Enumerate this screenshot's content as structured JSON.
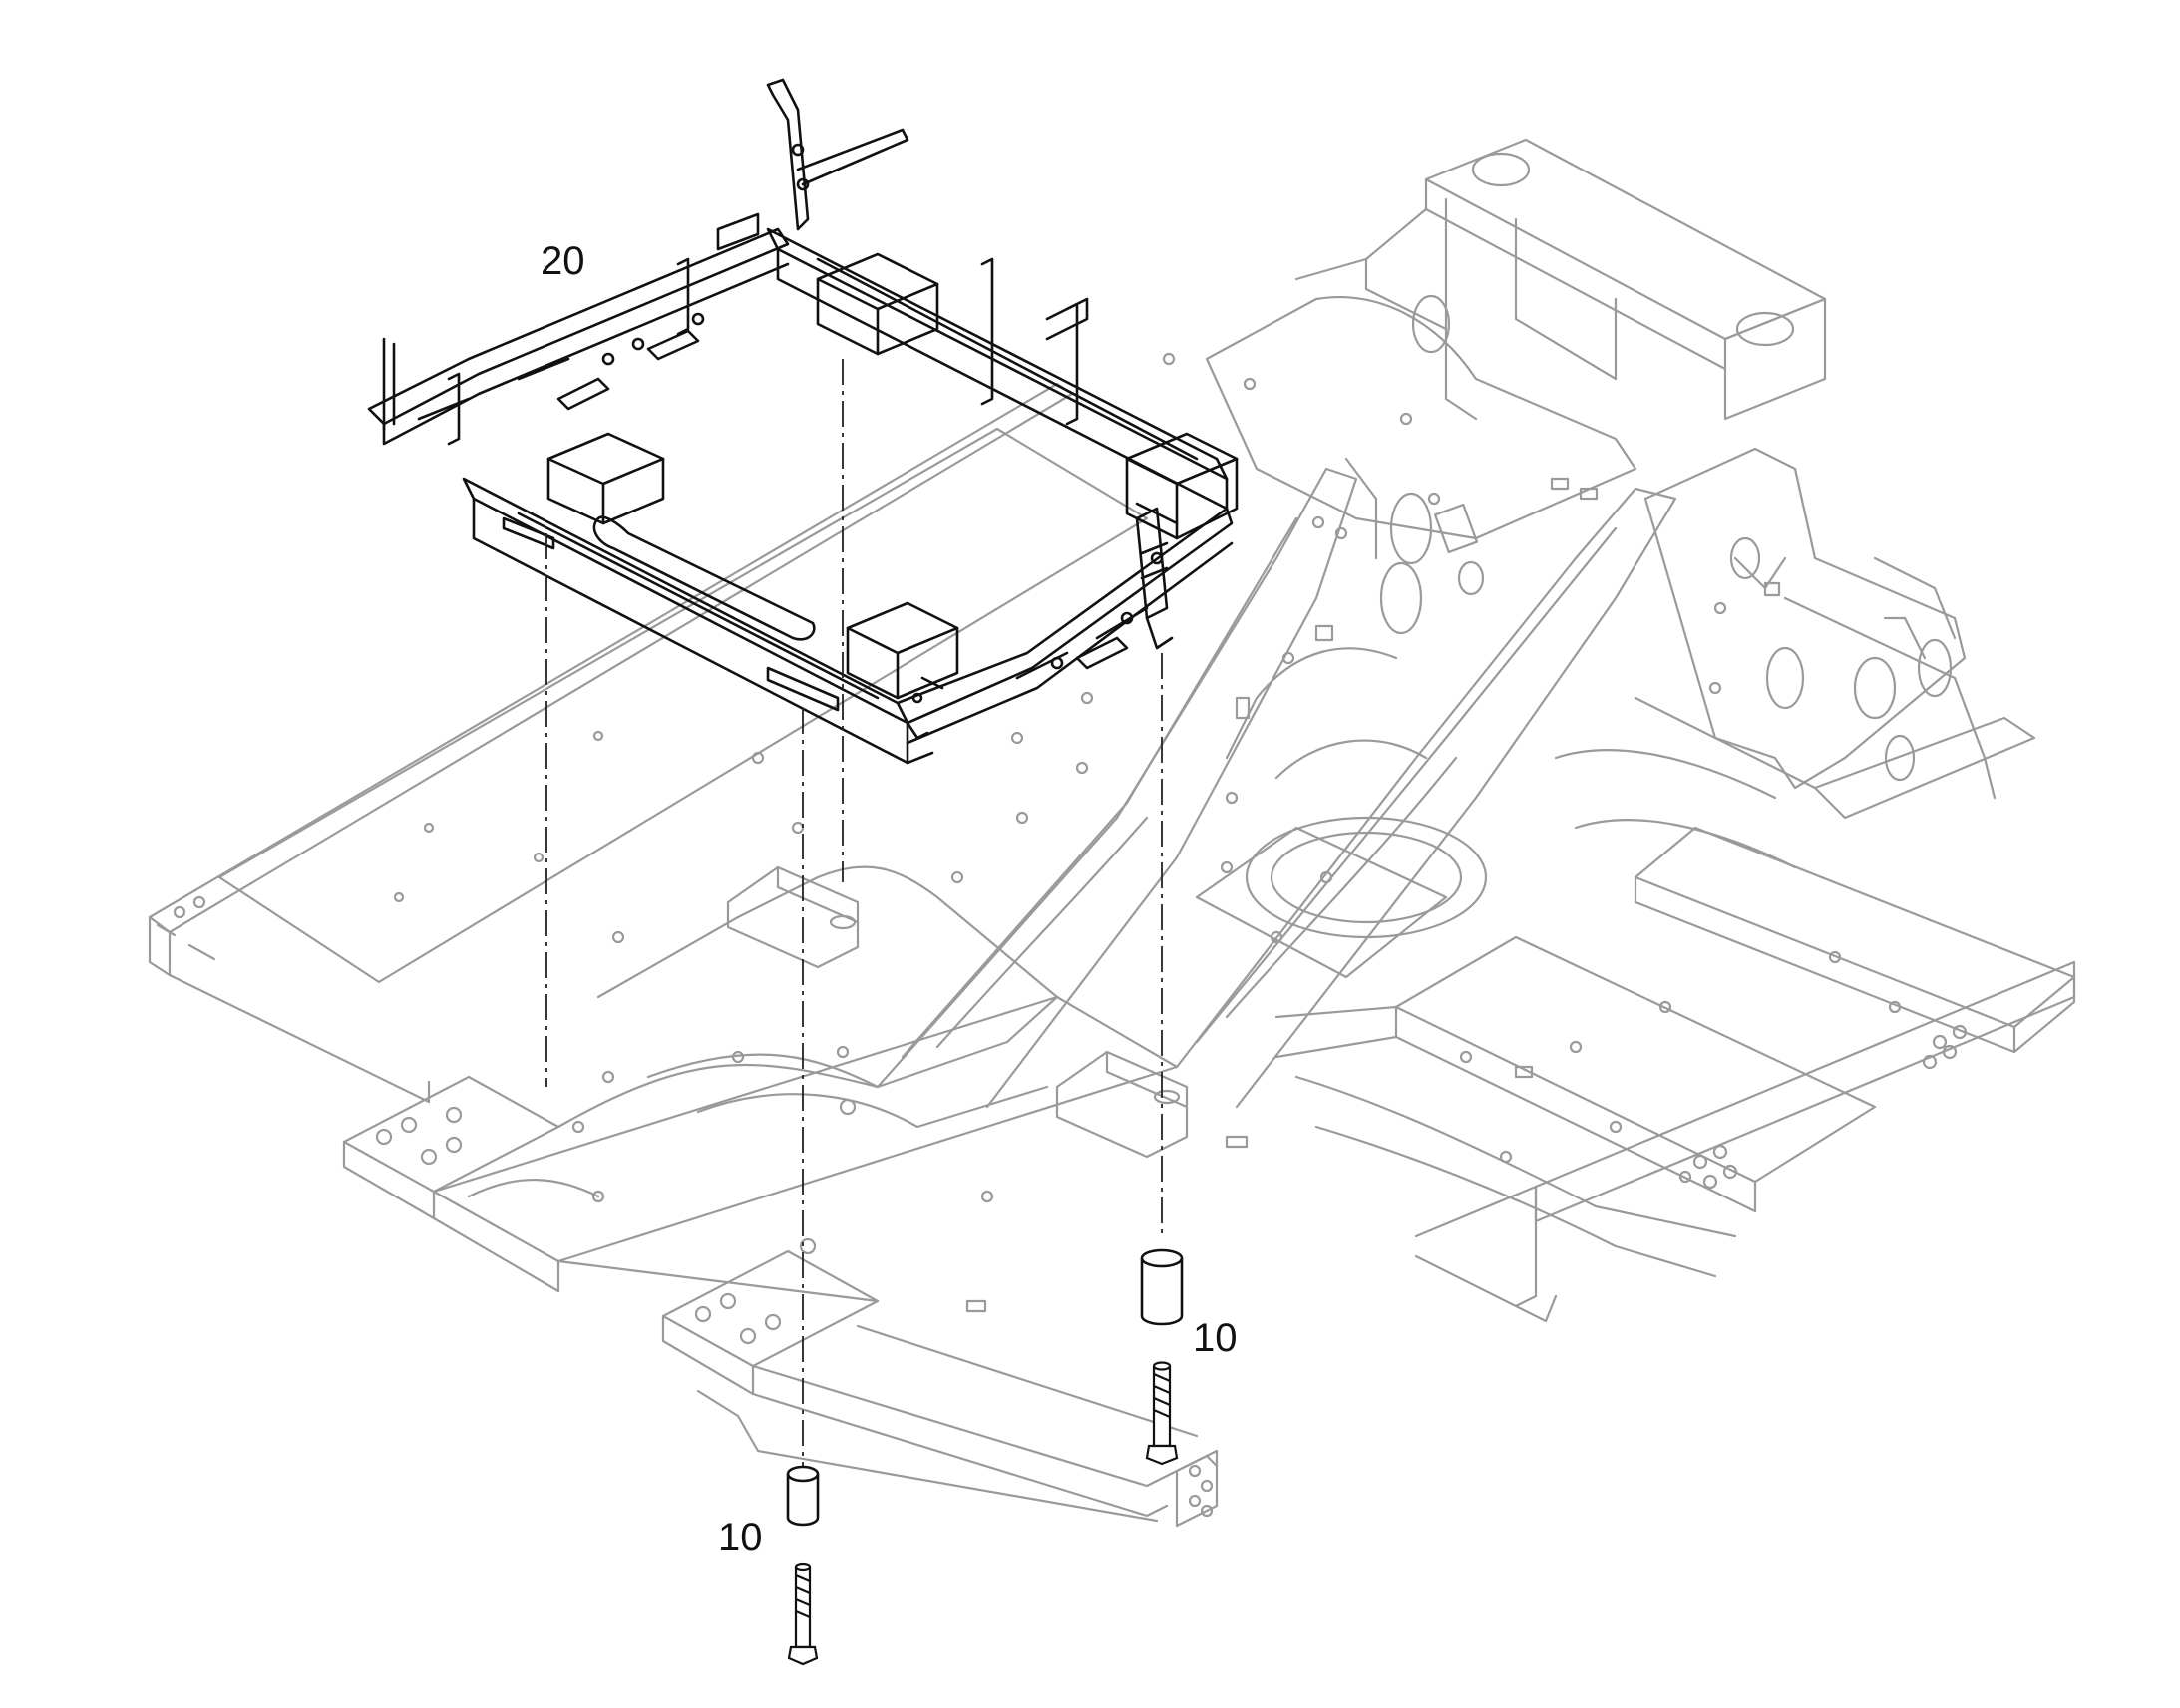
{
  "callouts": [
    {
      "label": "20",
      "part": "frame"
    },
    {
      "label": "10",
      "part": "spacer-and-bolt"
    },
    {
      "label": "10",
      "part": "spacer-and-bolt"
    }
  ],
  "colors": {
    "background": "#ffffff",
    "chassis_line": "#9a9a9a",
    "part_line": "#111111",
    "centerline": "#222222"
  }
}
